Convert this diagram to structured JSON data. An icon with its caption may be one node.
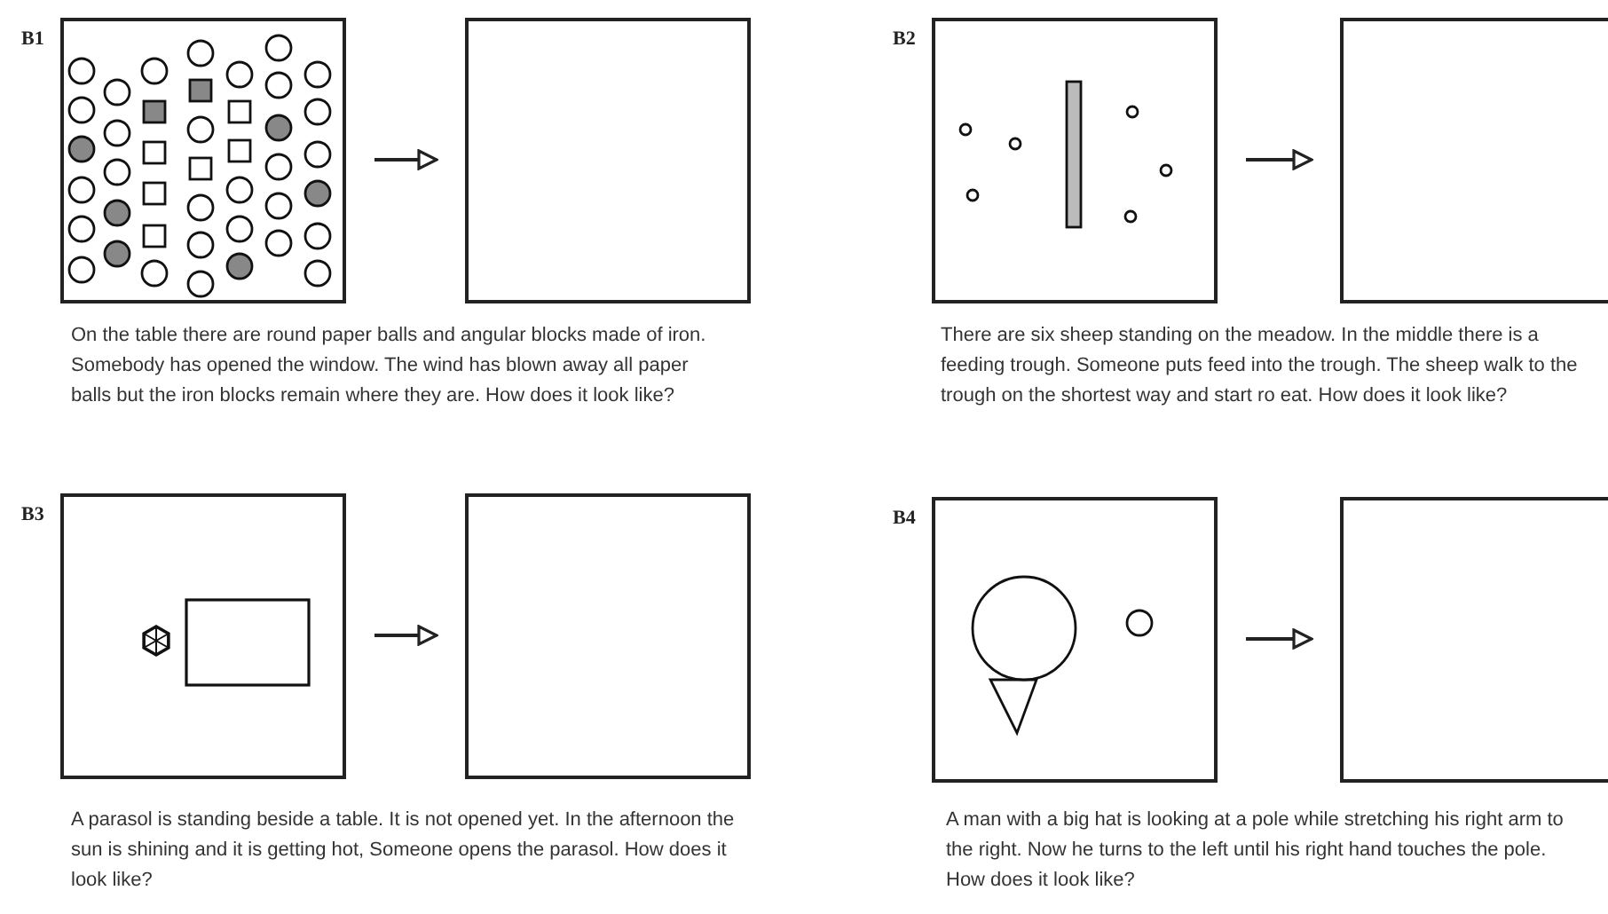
{
  "diagram": {
    "nodes": [
      {
        "text": [
          "B1"
        ]
      },
      {
        "text": [],
        "shape": "box"
      },
      {
        "text": [
          "B2"
        ]
      },
      {
        "text": [],
        "shape": "box"
      },
      {
        "text": [
          "B3"
        ]
      },
      {
        "text": [],
        "shape": "box"
      },
      {
        "text": [
          "B4"
        ]
      },
      {
        "text": [],
        "shape": "box"
      }
    ],
    "edges": [
      {
        "from": 0,
        "to": 1,
        "arrow": "to"
      },
      {
        "from": 2,
        "to": 3,
        "arrow": "to"
      },
      {
        "from": 4,
        "to": 5,
        "arrow": "to"
      },
      {
        "from": 6,
        "to": 7,
        "arrow": "to"
      }
    ],
    "labels": [
      "On the table there are round paper balls and angular blocks made of iron. Somebody has opened the window.  The wind has blown away  all paper balls but the iron blocks remain where they are. How does it look like?",
      "There are six sheep standing on the meadow. In the middle there is  a feeding trough. Someone puts feed into the trough. The sheep walk to the  trough on the shortest way and start ro eat. How does it look like?",
      "A parasol is standing beside a table.  It is not opened yet. In the afternoon the sun is shining and it is getting hot, Someone opens the parasol. How does it look like?",
      "A man with a big hat is looking at a pole while stretching his right arm to the right. Now he turns to the left until his right hand touches the pole. How does it look like?"
    ]
  }
}
